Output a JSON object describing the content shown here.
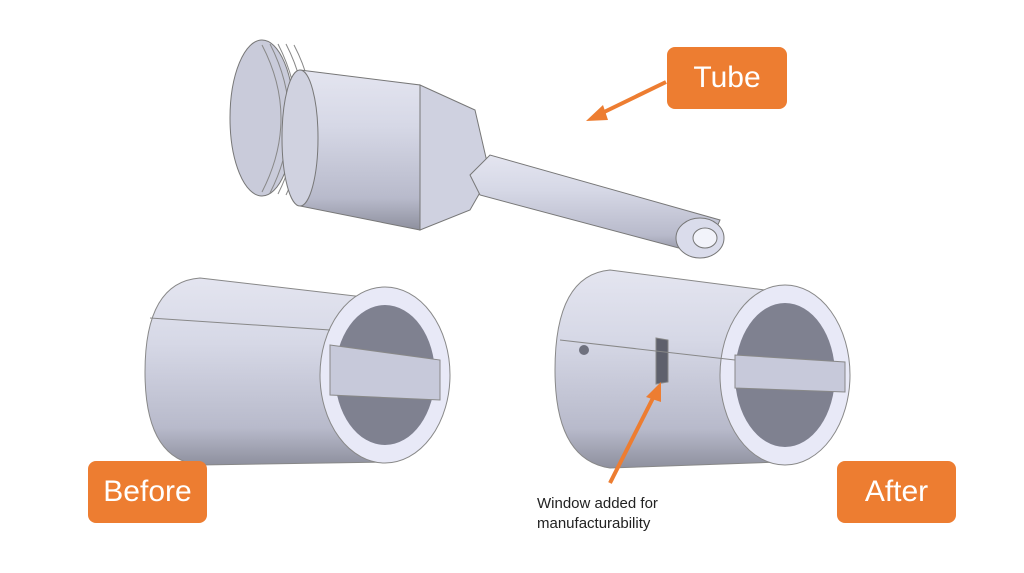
{
  "labels": {
    "tube": "Tube",
    "before": "Before",
    "after": "After"
  },
  "annotation": {
    "line1": "Window added for",
    "line2": "manufacturability"
  },
  "colors": {
    "accent": "#ED7D31",
    "part_body": "#D4D6E6",
    "part_face": "#E8E9F7"
  }
}
